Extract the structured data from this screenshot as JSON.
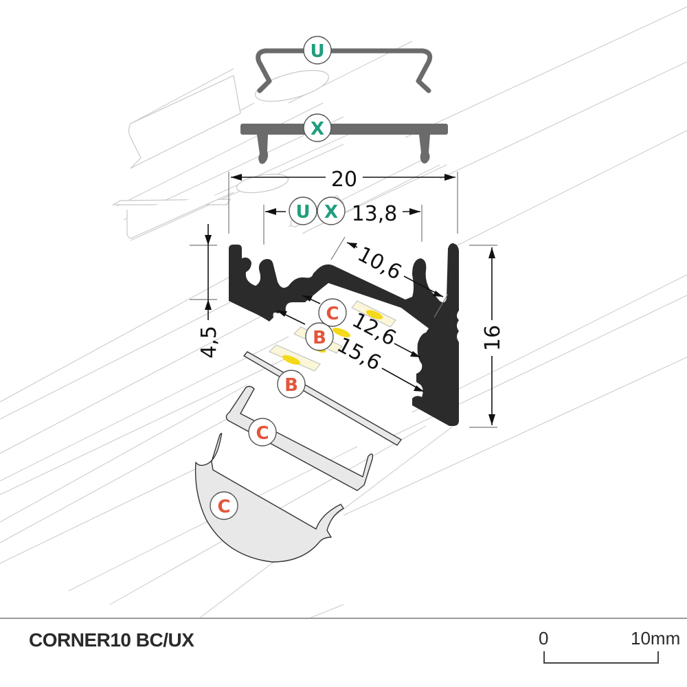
{
  "product": {
    "name": "CORNER10 BC/UX"
  },
  "scale": {
    "start_label": "0",
    "end_label": "10mm"
  },
  "dimensions": {
    "overall_width": "20",
    "cover_width": "13,8",
    "inner_diagonal": "10,6",
    "strip_width_c": "12,6",
    "strip_width_b": "15,6",
    "side_depth": "4,5",
    "overall_height": "16"
  },
  "badges": {
    "u": "U",
    "x": "X",
    "b": "B",
    "c": "C"
  },
  "colors": {
    "profile": "#2b2b2b",
    "cover_grey": "#6b6b6b",
    "diffuser": "#e8e8e8",
    "badge_green": "#1f9e7f",
    "badge_orange": "#e4553a",
    "led_yellow": "#f4d91a",
    "led_strip": "#fbf6d8"
  },
  "parts": [
    {
      "badge": "U",
      "description": "U clip cover"
    },
    {
      "badge": "X",
      "description": "X flat cover"
    },
    {
      "badge": "B",
      "description": "B flat diffuser"
    },
    {
      "badge": "C",
      "description": "C clip diffuser"
    },
    {
      "badge": "C",
      "description": "C round diffuser"
    }
  ]
}
